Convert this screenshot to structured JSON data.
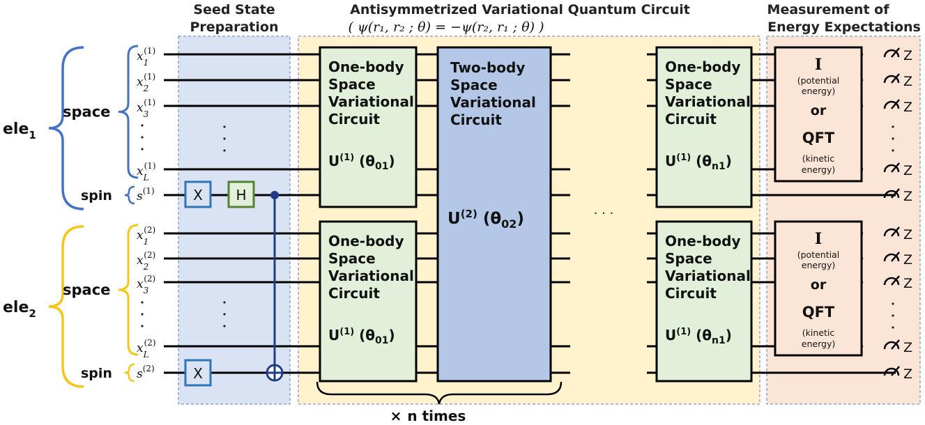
{
  "sections": {
    "seed_title_1": "Seed State",
    "seed_title_2": "Preparation",
    "avqc_title": "Antisymmetrized Variational Quantum Circuit",
    "avqc_formula": "( ψ(r₁, r₂ ; θ) = −ψ(r₂, r₁ ; θ) )",
    "meas_title_1": "Measurement of",
    "meas_title_2": "Energy Expectations"
  },
  "electrons": [
    {
      "label": "ele",
      "sub": "1",
      "space_label": "space",
      "spin_label": "spin",
      "qubit_sup": "(1)",
      "spin_var": "s",
      "color": "#4472c4"
    },
    {
      "label": "ele",
      "sub": "2",
      "space_label": "space",
      "spin_label": "spin",
      "qubit_sup": "(2)",
      "spin_var": "s",
      "color": "#f5c518"
    }
  ],
  "qubit_labels": {
    "var": "x",
    "subs": [
      "1",
      "2",
      "3",
      "L"
    ]
  },
  "gates": {
    "x": "X",
    "h": "H"
  },
  "one_body": {
    "lines": [
      "One-body",
      "Space",
      "Variational",
      "Circuit"
    ],
    "unitary": "U",
    "sup": "(1)",
    "theta": "θ",
    "params": [
      "01",
      "01",
      "n1",
      "n1"
    ]
  },
  "two_body": {
    "lines": [
      "Two-body",
      "Space",
      "Variational",
      "Circuit"
    ],
    "unitary": "U",
    "sup": "(2)",
    "theta": "θ",
    "param": "02"
  },
  "measurement": {
    "op1": "I",
    "op1_note_1": "(potential",
    "op1_note_2": "energy)",
    "or": "or",
    "op2": "QFT",
    "op2_note_1": "(kinetic",
    "op2_note_2": "energy)",
    "meter_basis": "Z"
  },
  "repeat": {
    "prefix": "×",
    "text": "n times"
  },
  "ellipsis": "· · ·",
  "colors": {
    "seed_bg": "#dae3f3",
    "avqc_bg": "#fff2cc",
    "meas_bg": "#fbe5d6",
    "one_body_fill": "#e2f0d9",
    "two_body_fill": "#b4c7e7",
    "wire": "#000000",
    "cnot": "#1f3c88",
    "x_gate": "#2e75b6",
    "h_gate": "#548235"
  }
}
